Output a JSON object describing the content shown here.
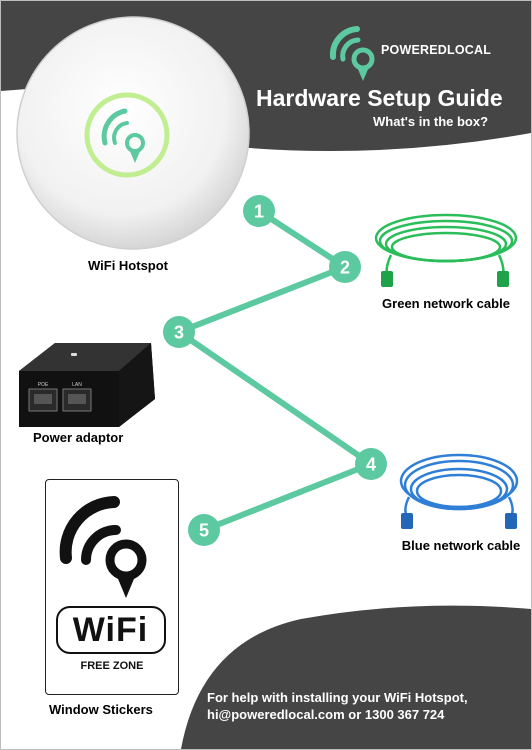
{
  "header": {
    "brand": "POWEREDLOCAL",
    "title": "Hardware Setup Guide",
    "subtitle": "What's in the box?"
  },
  "items": {
    "hotspot": "WiFi Hotspot",
    "green_cable": "Green network cable",
    "power_adaptor": "Power adaptor",
    "blue_cable": "Blue network cable",
    "stickers": "Window Stickers"
  },
  "steps": [
    "1",
    "2",
    "3",
    "4",
    "5"
  ],
  "sticker": {
    "wifi_text": "WiFi",
    "free_zone": "FREE ZONE"
  },
  "adaptor_ports": [
    "POE",
    "LAN"
  ],
  "footer": {
    "line1": "For help with installing your WiFi Hotspot,",
    "line2": "hi@poweredlocal.com or 1300 367 724"
  },
  "colors": {
    "accent": "#5cc9a1",
    "dark": "#454545",
    "green_cable": "#2bbd5a",
    "blue_cable": "#2f7fd6",
    "hotspot_ring": "#b9ec85"
  }
}
